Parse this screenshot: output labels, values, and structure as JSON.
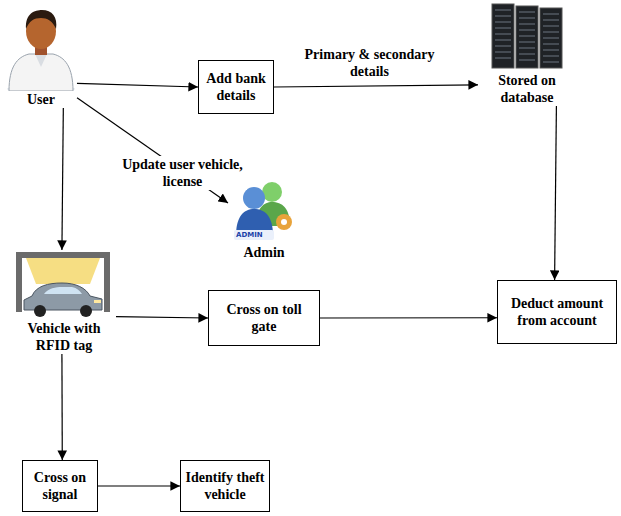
{
  "diagram": {
    "nodes": [
      {
        "text": [
          "User"
        ]
      },
      {
        "text": [
          "Add bank details"
        ]
      },
      {
        "text": [
          "Stored on database"
        ]
      },
      {
        "text": [
          "Admin"
        ]
      },
      {
        "text": [
          "Vehicle with RFID tag"
        ]
      },
      {
        "text": [
          "Cross on toll gate"
        ]
      },
      {
        "text": [
          "Deduct amount from account"
        ]
      },
      {
        "text": [
          "Cross on signal"
        ]
      },
      {
        "text": [
          "Identify theft vehicle"
        ]
      }
    ],
    "edges": [
      {
        "from": 0,
        "to": 1,
        "arrow": "to"
      },
      {
        "from": 1,
        "to": 2,
        "label": "Primary & secondary details",
        "arrow": "to"
      },
      {
        "from": 0,
        "to": 3,
        "label": "Update user vehicle, license",
        "arrow": "to"
      },
      {
        "from": 0,
        "to": 4,
        "arrow": "to"
      },
      {
        "from": 4,
        "to": 5,
        "arrow": "to"
      },
      {
        "from": 5,
        "to": 6,
        "arrow": "to"
      },
      {
        "from": 2,
        "to": 6,
        "arrow": "to"
      },
      {
        "from": 4,
        "to": 7,
        "arrow": "to"
      },
      {
        "from": 7,
        "to": 8,
        "arrow": "to"
      }
    ],
    "labels": [
      "ADMIN"
    ]
  }
}
